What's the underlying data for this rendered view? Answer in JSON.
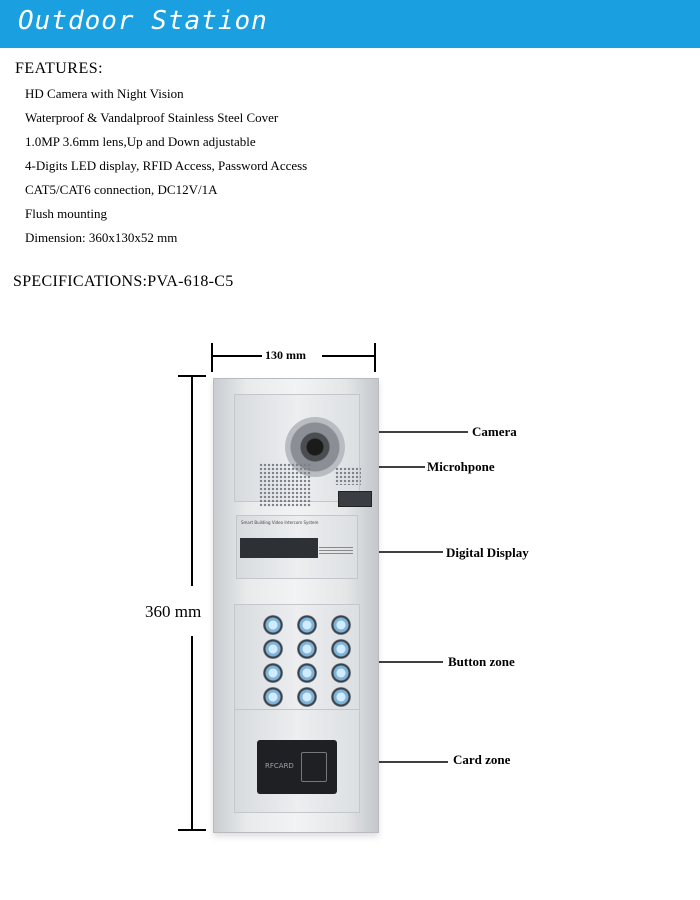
{
  "header": {
    "title": "Outdoor Station",
    "bg_color": "#1aa0e0"
  },
  "features": {
    "heading": "FEATURES:",
    "items": [
      "HD Camera with Night Vision",
      "Waterproof & Vandalproof Stainless Steel Cover",
      "1.0MP 3.6mm lens,Up and Down adjustable",
      "4-Digits LED display, RFID Access, Password Access",
      "CAT5/CAT6 connection, DC12V/1A",
      "Flush mounting",
      "Dimension: 360x130x52 mm"
    ]
  },
  "specifications": {
    "heading": "SPECIFICATIONS:PVA-618-C5"
  },
  "diagram": {
    "width_label": "130 mm",
    "height_label": "360 mm",
    "display_caption": "Smart Building Video Intercom System",
    "card_text": "RFCARD",
    "callouts": {
      "camera": "Camera",
      "microphone": "Microhpone",
      "digital_display": "Digital Display",
      "button_zone": "Button zone",
      "card_zone": "Card zone"
    }
  }
}
